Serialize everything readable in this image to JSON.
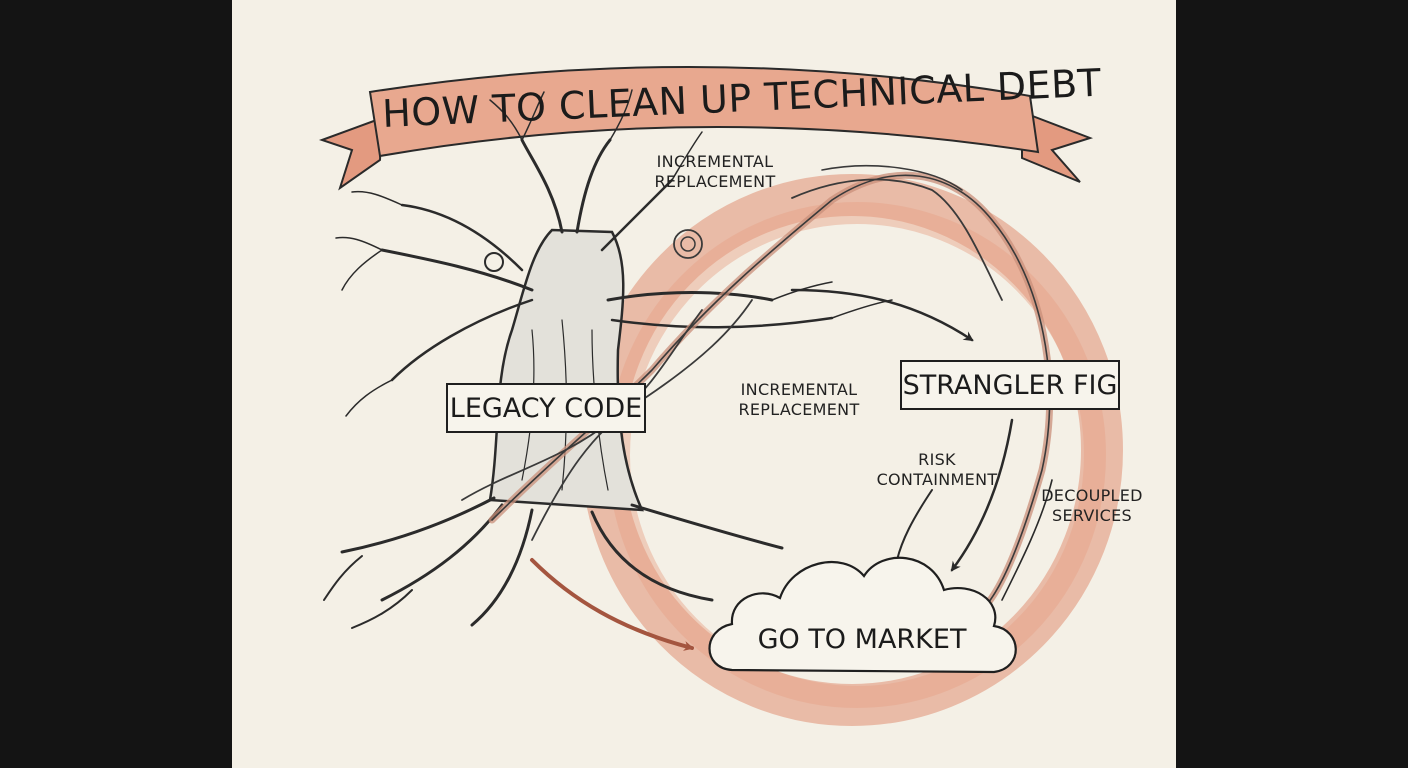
{
  "title": "HOW TO CLEAN UP TECHNICAL DEBT",
  "nodes": {
    "legacy_code": "LEGACY CODE",
    "strangler_fig": "STRANGLER FIG",
    "go_to_market": "GO TO MARKET"
  },
  "annotations": {
    "top": [
      "INCREMENTAL",
      "REPLACEMENT"
    ],
    "middle": [
      "INCREMENTAL",
      "REPLACEMENT"
    ],
    "risk": [
      "RISK",
      "CONTAINMENT"
    ],
    "decoupled": [
      "DECOUPLED",
      "SERVICES"
    ]
  },
  "colors": {
    "paper": "#f4f0e6",
    "ink": "#1f1f1f",
    "watercolor": "#e08f72",
    "letterbox": "#141414"
  }
}
